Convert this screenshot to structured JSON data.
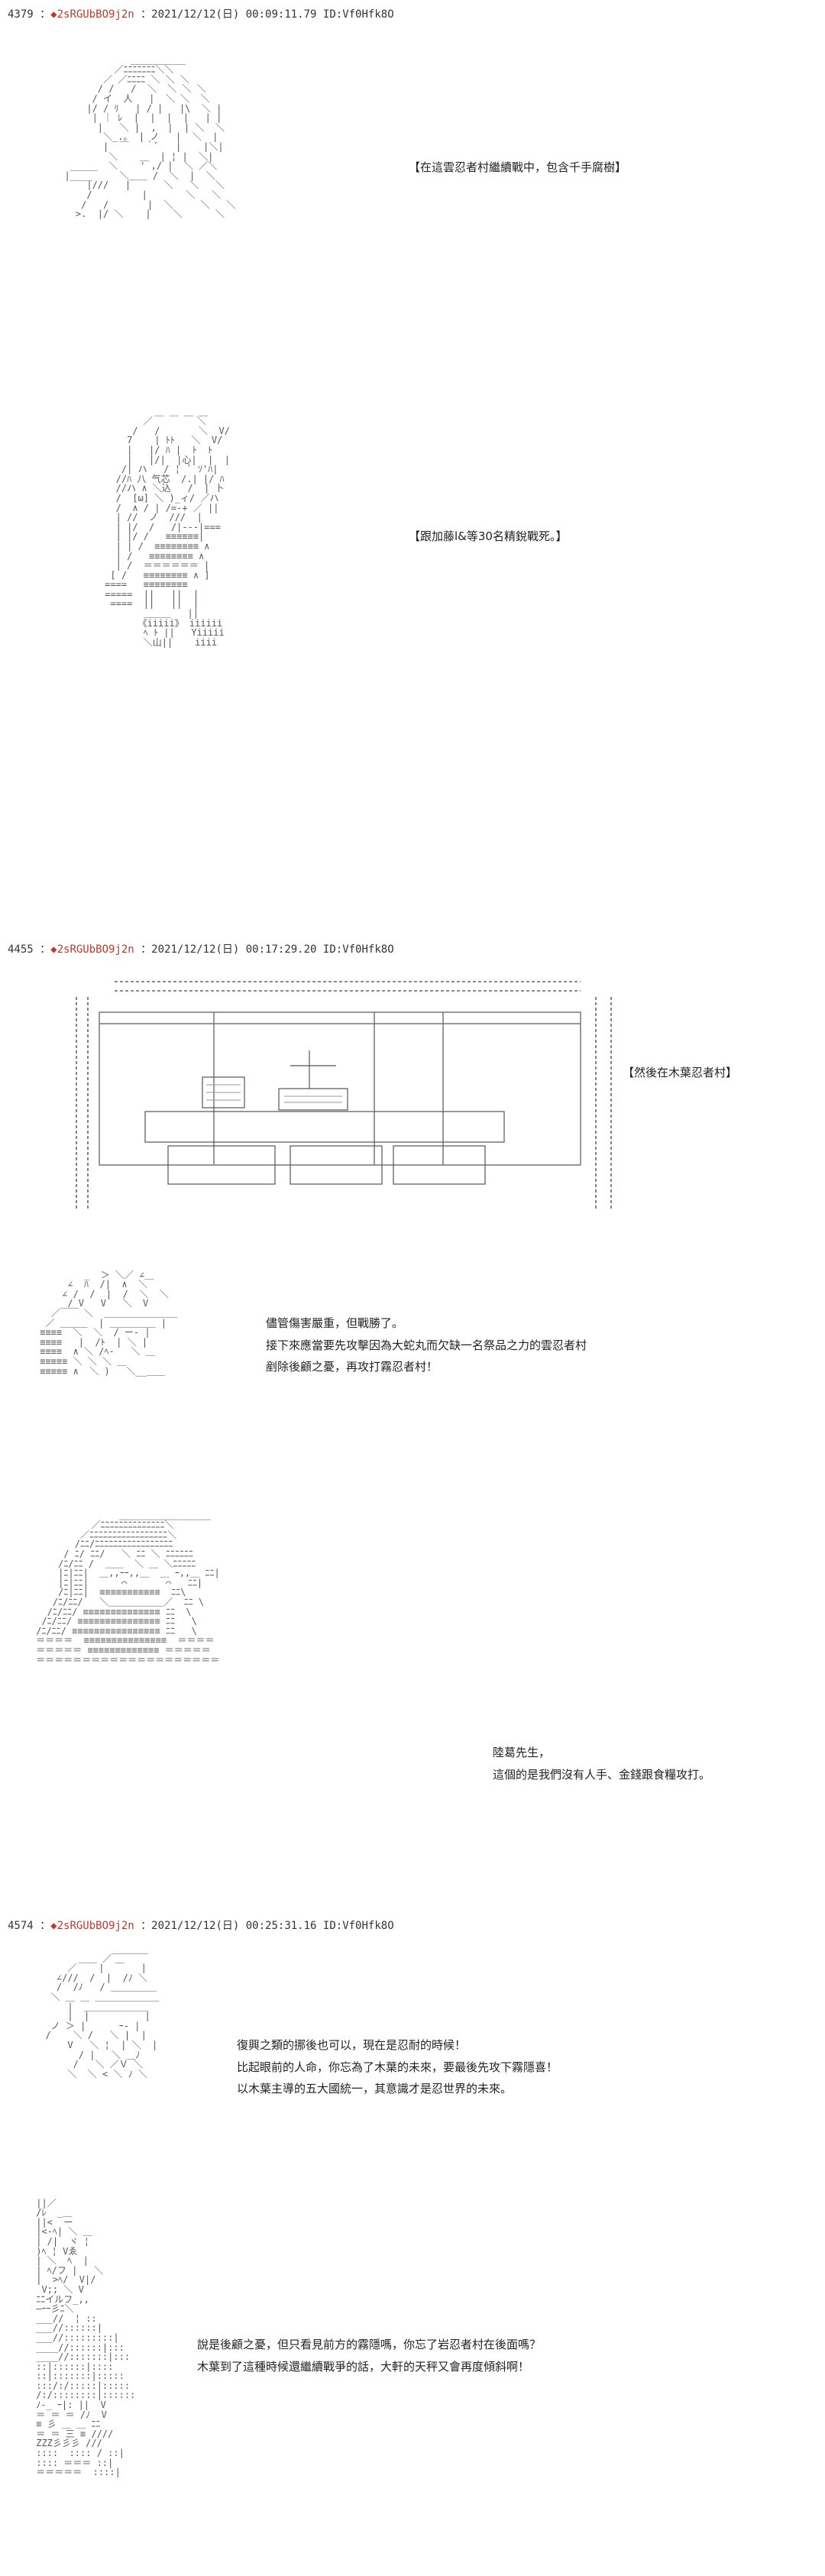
{
  "posts": [
    {
      "number": "4379",
      "trip": "◆2sRGUbBO9j2n",
      "datetime": "2021/12/12(日) 00:09:11.79",
      "id": "ID:Vf0Hfk8O",
      "scenes": [
        {
          "lines": [
            "【在這雲忍者村繼續戰中，包含千手腐樹】"
          ]
        },
        {
          "lines": [
            "【跟加藤l&等30名精銳戰死。】"
          ]
        }
      ]
    },
    {
      "number": "4455",
      "trip": "◆2sRGUbBO9j2n",
      "datetime": "2021/12/12(日) 00:17:29.20",
      "id": "ID:Vf0Hfk8O",
      "scenes": [
        {
          "lines": [
            "【然後在木葉忍者村】"
          ]
        },
        {
          "lines": [
            "儘管傷害嚴重，但戰勝了。",
            "接下來應當要先攻擊因為大蛇丸而欠缺一名祭品之力的雲忍者村",
            "剷除後顧之憂，再攻打霧忍者村！"
          ]
        },
        {
          "lines": [
            "陸葛先生，",
            "這個的是我們沒有人手、金錢跟食糧攻打。"
          ]
        }
      ]
    },
    {
      "number": "4574",
      "trip": "◆2sRGUbBO9j2n",
      "datetime": "2021/12/12(日) 00:25:31.16",
      "id": "ID:Vf0Hfk8O",
      "scenes": [
        {
          "lines": [
            "復興之類的挪後也可以，現在是忍耐的時候！",
            "比起眼前的人命，你忘為了木葉的未來，要最後先攻下霧隱喜！",
            "以木葉主導的五大國統一，其意識才是忍世界的未來。"
          ]
        },
        {
          "lines": [
            "說是後顧之憂，但只看見前方的霧隱嗎，你忘了岩忍者村在後面嗎？",
            "木葉到了這種時候還繼續戰爭的話，大軒的天秤又會再度傾斜啊！"
          ]
        }
      ]
    }
  ]
}
